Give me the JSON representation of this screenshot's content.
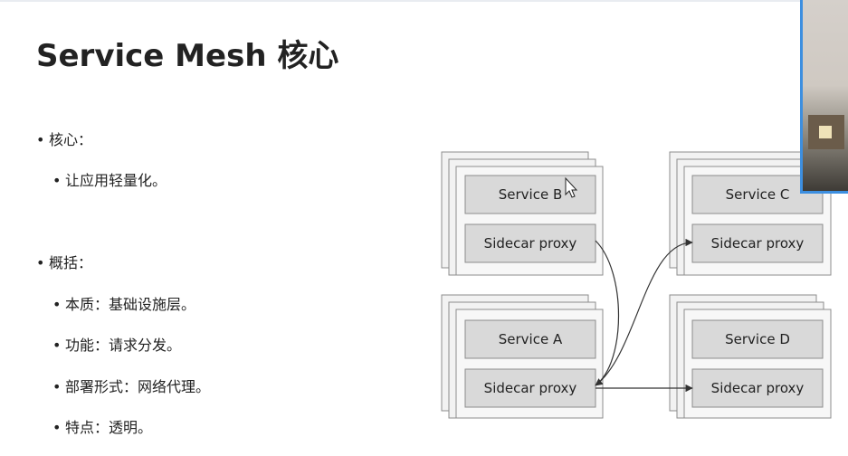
{
  "slide": {
    "title": "Service Mesh 核心",
    "bullets": [
      {
        "text": "核心："
      },
      {
        "text": "让应用轻量化。"
      },
      {
        "text": "概括："
      },
      {
        "text": "本质：基础设施层。"
      },
      {
        "text": "功能：请求分发。"
      },
      {
        "text": "部署形式：网络代理。"
      },
      {
        "text": "特点：透明。"
      }
    ]
  },
  "diagram": {
    "nodes": [
      {
        "service": "Service B",
        "proxy": "Sidecar proxy"
      },
      {
        "service": "Service C",
        "proxy": "Sidecar proxy"
      },
      {
        "service": "Service A",
        "proxy": "Sidecar proxy"
      },
      {
        "service": "Service D",
        "proxy": "Sidecar proxy"
      }
    ],
    "edges": [
      {
        "from": "Service B",
        "to": "Service A"
      },
      {
        "from": "Service A",
        "to": "Service C"
      },
      {
        "from": "Service A",
        "to": "Service D"
      }
    ],
    "colors": {
      "box_fill": "#d9d9d9",
      "stack_fill": "#f2f2f2",
      "border": "#8c8c8c",
      "edge": "#333333"
    }
  },
  "overlay": {
    "camera_border": "#3d8fe0"
  }
}
